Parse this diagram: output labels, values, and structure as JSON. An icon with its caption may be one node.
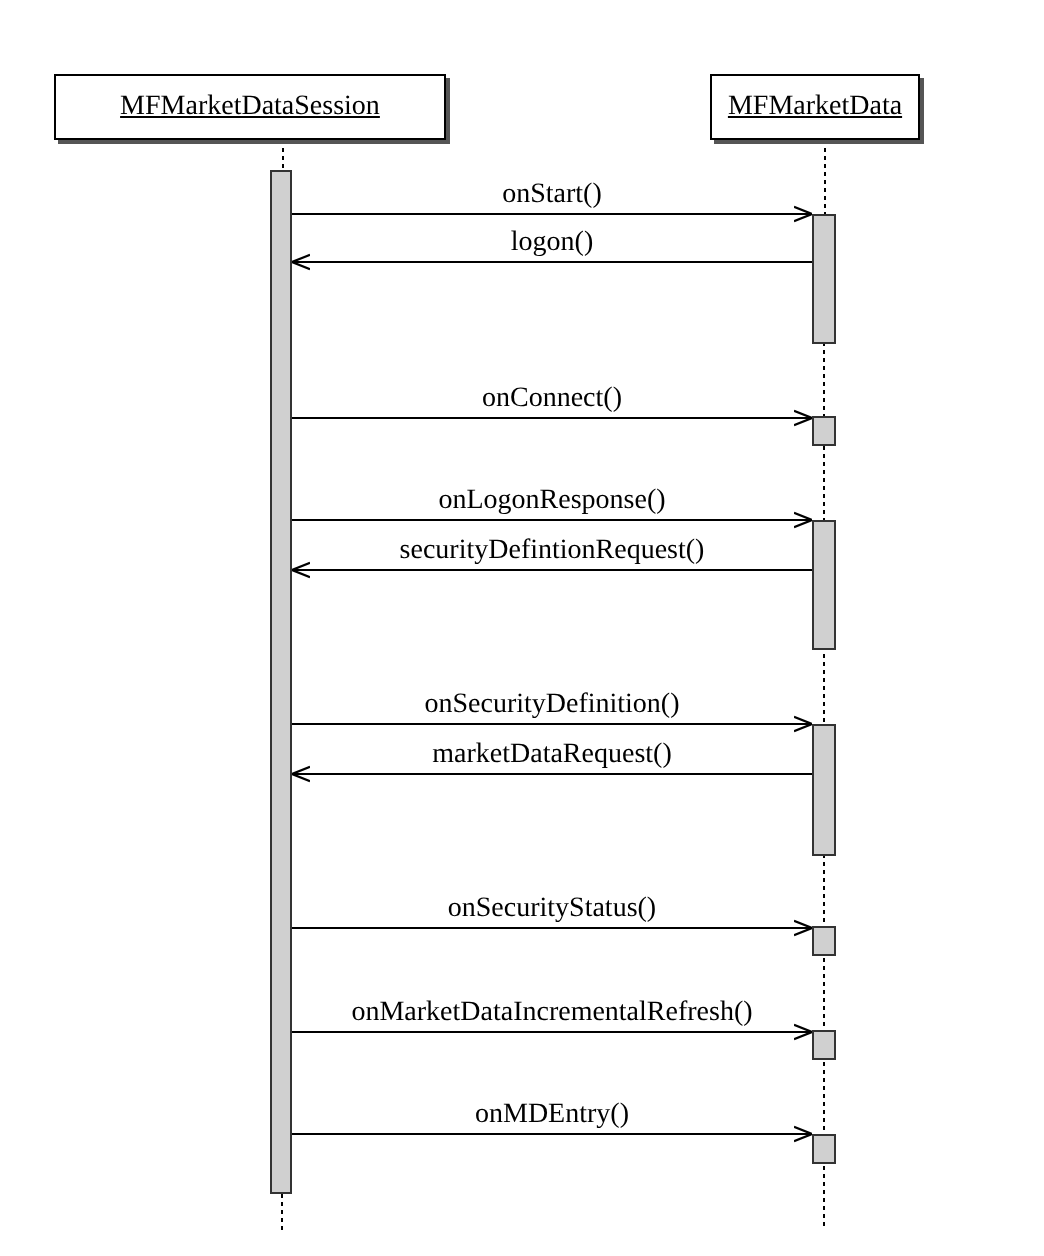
{
  "diagram": {
    "nodes": [
      {
        "text": [
          "MFMarketDataSession"
        ]
      },
      {
        "text": [
          "MFMarketData"
        ]
      },
      {
        "text": [],
        "shape": "bar"
      },
      {
        "text": [],
        "shape": "bar"
      },
      {
        "text": [],
        "shape": "bar"
      },
      {
        "text": [],
        "shape": "bar"
      },
      {
        "text": [],
        "shape": "bar"
      },
      {
        "text": [],
        "shape": "bar"
      },
      {
        "text": [],
        "shape": "bar"
      },
      {
        "text": [],
        "shape": "bar"
      }
    ],
    "edges": [
      {
        "from": 0,
        "to": 2,
        "arrow": "none",
        "style": "dashed"
      },
      {
        "from": 1,
        "to": 3,
        "arrow": "none",
        "style": "dashed"
      },
      {
        "from": 2,
        "to": 3,
        "arrow": "to",
        "label": "onStart()"
      },
      {
        "from": 3,
        "to": 2,
        "arrow": "to",
        "label": "logon()"
      },
      {
        "from": 2,
        "to": 4,
        "arrow": "to",
        "label": "onConnect()"
      },
      {
        "from": 2,
        "to": 5,
        "arrow": "to",
        "label": "onLogonResponse()"
      },
      {
        "from": 5,
        "to": 2,
        "arrow": "to",
        "label": "securityDefintionRequest()"
      },
      {
        "from": 2,
        "to": 6,
        "arrow": "to",
        "label": "onSecurityDefinition()"
      },
      {
        "from": 6,
        "to": 2,
        "arrow": "to",
        "label": "marketDataRequest()"
      },
      {
        "from": 2,
        "to": 7,
        "arrow": "to",
        "label": "onSecurityStatus()"
      },
      {
        "from": 2,
        "to": 8,
        "arrow": "to",
        "label": "onMarketDataIncrementalRefresh()"
      },
      {
        "from": 2,
        "to": 9,
        "arrow": "to",
        "label": "onMDEntry()"
      }
    ]
  }
}
